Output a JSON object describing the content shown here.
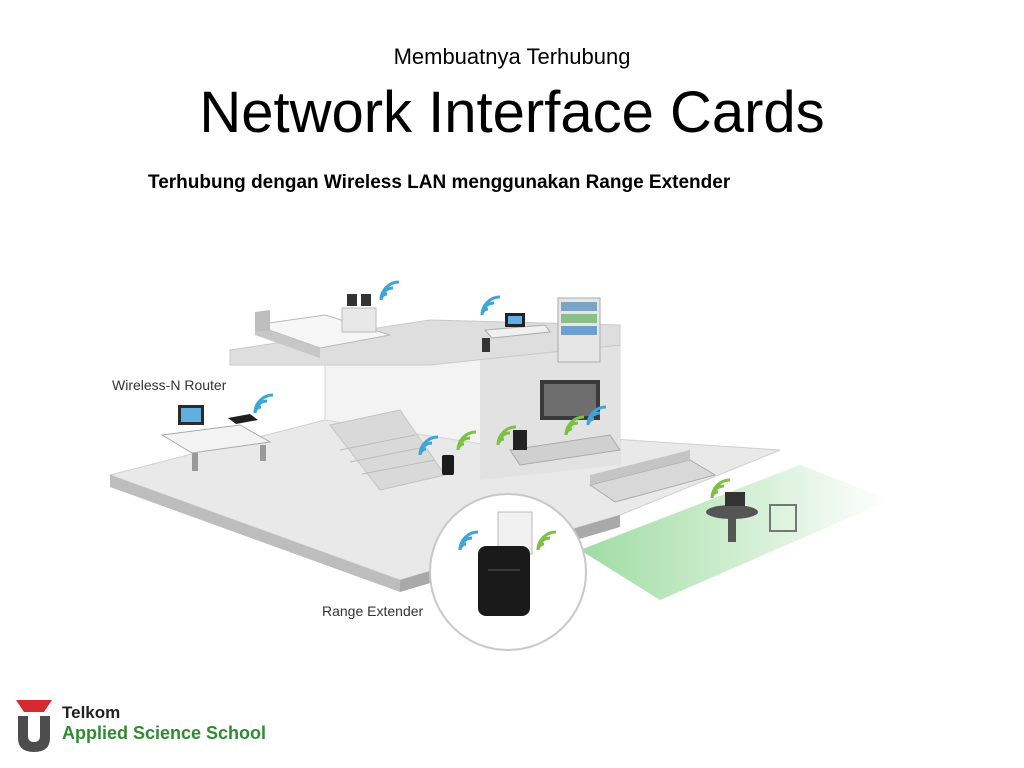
{
  "header": {
    "subtitle": "Membuatnya Terhubung",
    "title": "Network Interface Cards",
    "caption": "Terhubung dengan Wireless LAN menggunakan Range Extender"
  },
  "diagram": {
    "router_label": "Wireless-N Router",
    "extender_label": "Range Extender"
  },
  "logo": {
    "line1": "Telkom",
    "line2": "Applied Science School"
  },
  "colors": {
    "wifi_blue": "#3fa5d8",
    "wifi_green": "#7cc242",
    "lawn_green": "#bfe8c0",
    "telkom_red": "#d7282f",
    "school_green": "#2f8a33"
  }
}
